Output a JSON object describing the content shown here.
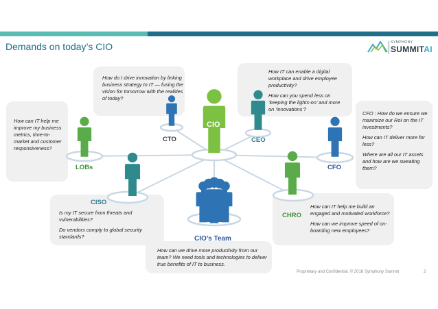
{
  "header": {
    "title": "Demands on today’s CIO"
  },
  "logo": {
    "top_text": "SYMPHONY",
    "main_text": "SUMMIT",
    "suffix_text": "AI"
  },
  "roles": {
    "cio": "CIO",
    "cto": "CTO",
    "ceo": "CEO",
    "lobs": "LOBs",
    "cfo": "CFO",
    "ciso": "CISO",
    "chro": "CHRO",
    "team": "CIO’s Team"
  },
  "callouts": {
    "cto": [
      "How do I drive innovation by linking business strategy to IT — fusing the vision for tomorrow with the realities of today?"
    ],
    "ceo": [
      "How IT can enable a digital workplace and drive employee productivity?",
      "How can you spend less on ‘keeping the lights-on’ and more on ‘innovations’?"
    ],
    "lobs": [
      "How can IT help me improve my business metrics, time-to-market and customer responsiveness?"
    ],
    "cfo": [
      "CFO : How do we ensure we maximize our RoI on the IT investments?",
      "How can IT deliver more for less?",
      "Where are all our IT assets and how are we sweating them?"
    ],
    "ciso": [
      "Is my IT secure from threats and vulnerabilities?",
      "Do vendors comply to global security standards?"
    ],
    "chro": [
      "How can IT help me build an engaged and motivated workforce?",
      "How can we improve speed of on-boarding new employees?"
    ],
    "team": [
      "How can we drive more productivity from our team? We need tools and technologies to deliver true benefits of IT to business."
    ]
  },
  "footer": {
    "text": "Proprietary and Confidential. © 2018 Symphony Summit",
    "page": "2"
  },
  "colors": {
    "green": "#5aab4a",
    "blue": "#2e74b5",
    "teal": "#2e8a8c",
    "label_blue": "#2f5597",
    "label_green": "#3f8f3a",
    "label_teal": "#2e7d8c"
  }
}
